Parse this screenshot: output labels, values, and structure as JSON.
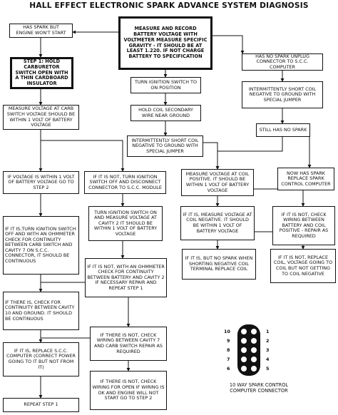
{
  "title": "HALL EFFECT ELECTRONIC SPARK ADVANCE SYSTEM DIAGNOSIS",
  "boxes": {
    "has_spark": "HAS SPARK BUT\nENGINE WON'T START",
    "measure_battery": "MEASURE AND RECORD BATTERY VOLTAGE WITH VOLTMETER MEASURE SPECIFIC GRAVITY - IT SHOULD BE AT LEAST 1.220. IF NOT CHARGE BATTERY TO SPECIFICATION",
    "no_spark_unplug": "HAS NO SPARK UNPLUG CONNECTOR TO S.C.C. COMPUTER",
    "step1_hold": "STEP 1: HOLD CARBURETOR SWITCH OPEN WITH A THIN CARDBOARD INSULATOR",
    "turn_ignition": "TURN IGNITION SWITCH TO ON POSITION",
    "short_coil_neg_1": "INTERMITTENTLY SHORT COIL NEGATIVE TO GROUND WITH SPECIAL JUMPER",
    "hold_coil_wire": "HOLD COIL SECONDARY WIRE NEAR GROUND",
    "measure_carb_switch": "MEASURE VOLTAGE AT CARB SWITCH VOLTAGE SHOULD BE WITHIN 1 VOLT OF BATTERY VOLTAGE",
    "still_no_spark": "STILL HAS NO SPARK",
    "short_coil_neg_2": "INTERMITTENTLY SHORT COIL NEGATIVE TO GROUND WITH SPECIAL JUMPER",
    "if_within_1v": "IF VOLTAGE IS WITHIN 1 VOLT OF BATTERY VOLTAGE GO TO STEP 2",
    "if_not_turn_off": "IF IT IS NOT, TURN IGNITION SWITCH OFF AND DISCONNECT CONNECTOR TO S.C.C. MODULE",
    "measure_coil_pos": "MEASURE VOLTAGE AT COIL POSITIVE. IT SHOULD BE WITHIN 1 VOLT OF BATTERY VOLTAGE",
    "now_has_spark": "NOW HAS SPARK REPLACE SPARK CONTROL COMPUTER",
    "if_is_ohmmeter": "IF IT IS,TURN IGNITION SWITCH OFF AND WITH AN OHMMETER CHECK FOR CONTINUITY BETWEEN CARB SWITCH AND CAVITY 7 ON S.C.C. CONNECTOR, IT SHOULD BE CONTINUOUS",
    "turn_on_cavity2": "TURN IGNITION SWITCH ON AND MEASURE VOLTAGE AT CAVITY 2 IT SHOULD BE WITHIN 1 VOLT OF BATTERY VOLTAGE",
    "if_is_measure_coil_neg": "IF IT IS, MEASURE VOLTAGE AT COIL NEGATIVE. IT SHOULD BE WITHIN 1 VOLT OF BATTERY VOLTAGE",
    "if_not_check_wiring_coil": "IF IT IS NOT, CHECK WIRING BETWEEN BATTERY AND COIL POSITIVE - REPAIR AS REQUIRED",
    "if_not_ohm_cav2": "IF IT IS NOT, WITH AN OHMMETER CHECK FOR CONTINUITY BETWEEN BATTERY AND CAVITY 2 IF NECESSARY REPAIR AND REPEAT STEP 1",
    "if_is_no_spark_shorting": "IF IT IS, BUT NO SPARK WHEN SHORTING NEGATIVE COIL TERMINAL REPLACE COIL",
    "if_not_replace_coil": "IF IT IS NOT, REPLACE COIL, VOLTAGE GOING TO COIL BUT NOT GETTING TO COIL NEGATIVE",
    "if_there_is_cav10": "IF THERE IS, CHECK FOR CONTINUITY BETWEEN CAVITY 10 AND GROUND. IT SHOULD BE CONTINUOUS",
    "if_there_not_cav7": "IF THERE IS NOT, CHECK WIRING BETWEEN CAVITY 7 AND CARB SWITCH REPAIR AS REQUIRED",
    "if_is_replace_scc": "IF IT IS, REPLACE S.C.C. COMPUTER (CORRECT POWER GOING TO IT BUT NOT FROM IT)",
    "if_there_not_open": "IF THERE IS NOT, CHECK WIRING FOR OPEN IF WIRING IS OK AND ENGINE WILL NOT START GO TO STEP 2",
    "repeat_step1": "REPEAT STEP 1"
  },
  "connector": {
    "caption": "10 WAY SPARK CONTROL\nCOMPUTER CONNECTOR",
    "pins_left": [
      "10",
      "9",
      "8",
      "7",
      "6"
    ],
    "pins_right": [
      "1",
      "2",
      "3",
      "4",
      "5"
    ]
  }
}
